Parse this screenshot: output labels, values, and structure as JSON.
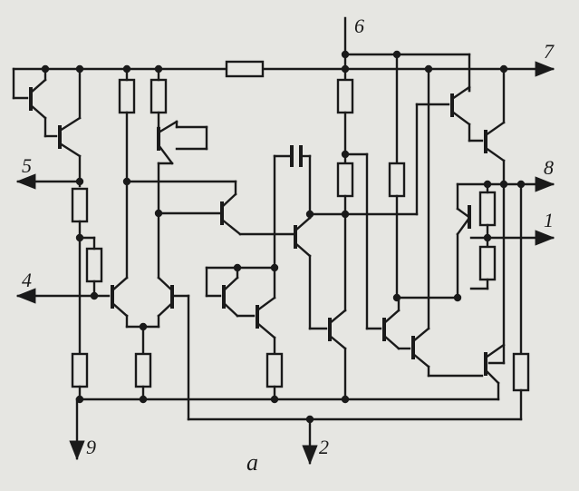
{
  "diagram": {
    "caption": "a",
    "ink_color": "#1a1a1a",
    "paper_color": "#e6e6e2",
    "pins": [
      {
        "id": "pin-1",
        "label": "1"
      },
      {
        "id": "pin-2",
        "label": "2"
      },
      {
        "id": "pin-4",
        "label": "4"
      },
      {
        "id": "pin-5",
        "label": "5"
      },
      {
        "id": "pin-6",
        "label": "6"
      },
      {
        "id": "pin-7",
        "label": "7"
      },
      {
        "id": "pin-8",
        "label": "8"
      },
      {
        "id": "pin-9",
        "label": "9"
      }
    ]
  }
}
